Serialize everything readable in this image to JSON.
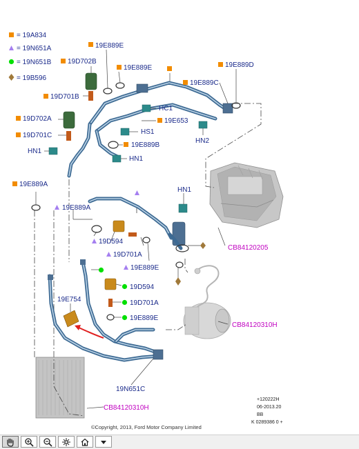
{
  "legend": [
    {
      "symbol": "square",
      "color": "#f28c00",
      "text": "= 19A834"
    },
    {
      "symbol": "triangle",
      "color": "#a57ff0",
      "text": "= 19N651A"
    },
    {
      "symbol": "circle",
      "color": "#00e000",
      "text": "= 19N651B"
    },
    {
      "symbol": "diamond",
      "color": "#a0793a",
      "text": "= 19B596"
    }
  ],
  "labels": {
    "l19E889E_top": "19E889E",
    "l19D702B": "19D702B",
    "l19E889E_b": "19E889E",
    "l19D701B": "19D701B",
    "l19E889D": "19E889D",
    "l19E889C": "19E889C",
    "lHC1": "HC1",
    "l19D702A": "19D702A",
    "l19E653": "19E653",
    "l19D701C": "19D701C",
    "lHS1": "HS1",
    "l19E889B": "19E889B",
    "lHN2": "HN2",
    "lHN1_left": "HN1",
    "lHN1_mid": "HN1",
    "l19E889A_left": "19E889A",
    "lHN1_right": "HN1",
    "l19E889A_tri": "19E889A",
    "l19D594_tri": "19D594",
    "l19D701A_tri": "19D701A",
    "l19E889E_tri": "19E889E",
    "l19D594_dot": "19D594",
    "l19E754": "19E754",
    "l19D701A_dot": "19D701A",
    "l19E889E_dot": "19E889E",
    "l19N651C": "19N651C"
  },
  "refs": {
    "cb_evap": "CB84120205",
    "cb_comp": "CB84120310H",
    "cb_cond": "CB84120310H"
  },
  "meta": {
    "line1": "+120222H",
    "line2": "06-2013.20",
    "line3": "BB",
    "line4": "K 0289386 0 +"
  },
  "copyright": "©Copyright, 2013, Ford Motor Company Limited",
  "toolbar": [
    {
      "icon": "hand-pan-icon",
      "active": true
    },
    {
      "icon": "zoom-in-icon",
      "active": false
    },
    {
      "icon": "zoom-out-icon",
      "active": false
    },
    {
      "icon": "fit-page-icon",
      "active": false
    },
    {
      "icon": "home-icon",
      "active": false
    },
    {
      "icon": "dropdown-arrow-icon",
      "active": false
    }
  ]
}
